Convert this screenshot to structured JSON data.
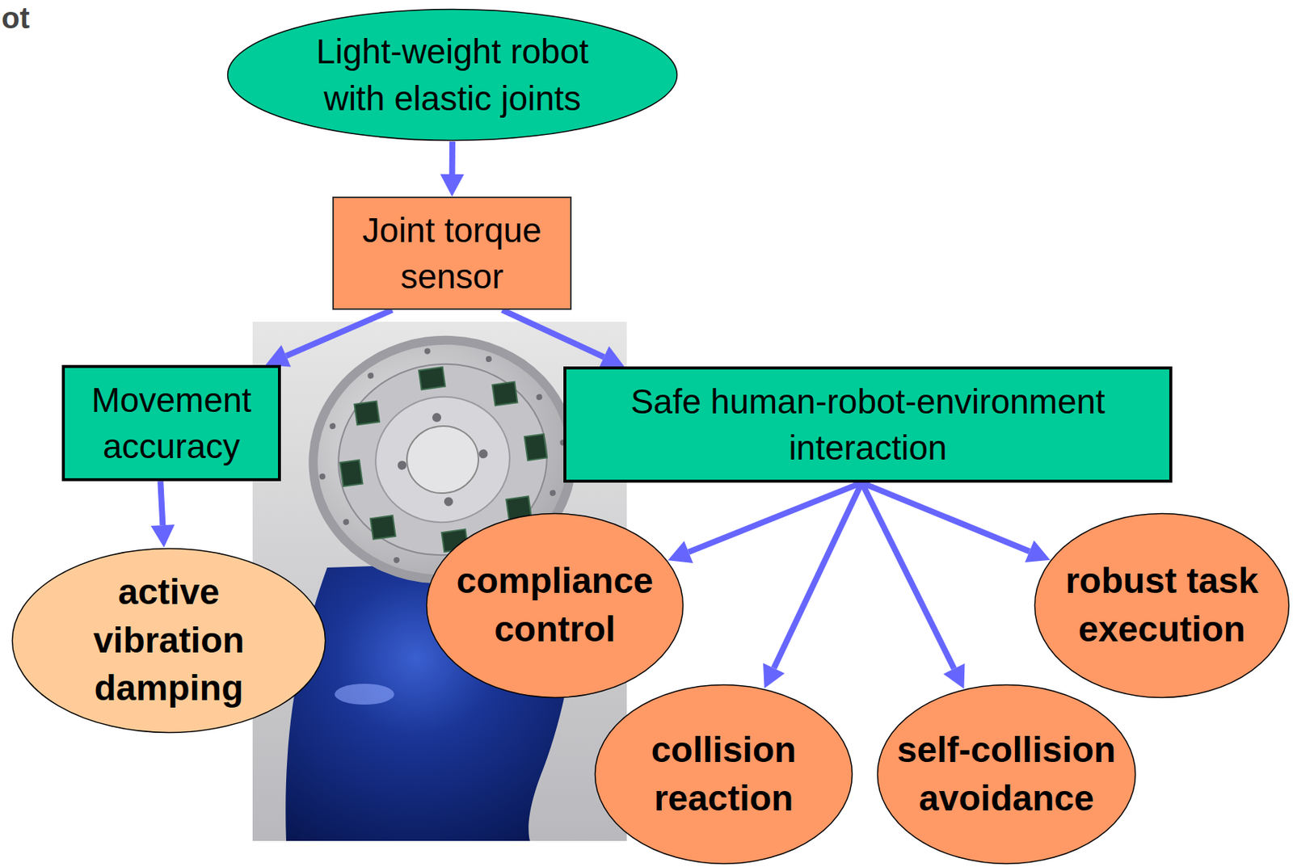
{
  "diagram": {
    "nodes": [
      {
        "text": [
          "Light-weight robot with elastic joints"
        ]
      },
      {
        "text": [
          "Joint torque sensor"
        ]
      },
      {
        "text": [
          "Movement accuracy"
        ]
      },
      {
        "text": [
          "Safe human-robot-environment interaction"
        ]
      },
      {
        "text": [
          "active vibration damping"
        ]
      },
      {
        "text": [
          "compliance control"
        ]
      },
      {
        "text": [
          "collision reaction"
        ]
      },
      {
        "text": [
          "self-collision avoidance"
        ]
      },
      {
        "text": [
          "robust task execution"
        ]
      }
    ],
    "edges": [
      {
        "from": 0,
        "to": 1,
        "arrow": "to"
      },
      {
        "from": 1,
        "to": 2,
        "arrow": "to"
      },
      {
        "from": 1,
        "to": 3,
        "arrow": "to"
      },
      {
        "from": 2,
        "to": 4,
        "arrow": "to"
      },
      {
        "from": 3,
        "to": 5,
        "arrow": "to"
      },
      {
        "from": 3,
        "to": 6,
        "arrow": "to"
      },
      {
        "from": 3,
        "to": 7,
        "arrow": "to"
      },
      {
        "from": 3,
        "to": 8,
        "arrow": "to"
      }
    ],
    "labels": [
      "ot"
    ]
  }
}
